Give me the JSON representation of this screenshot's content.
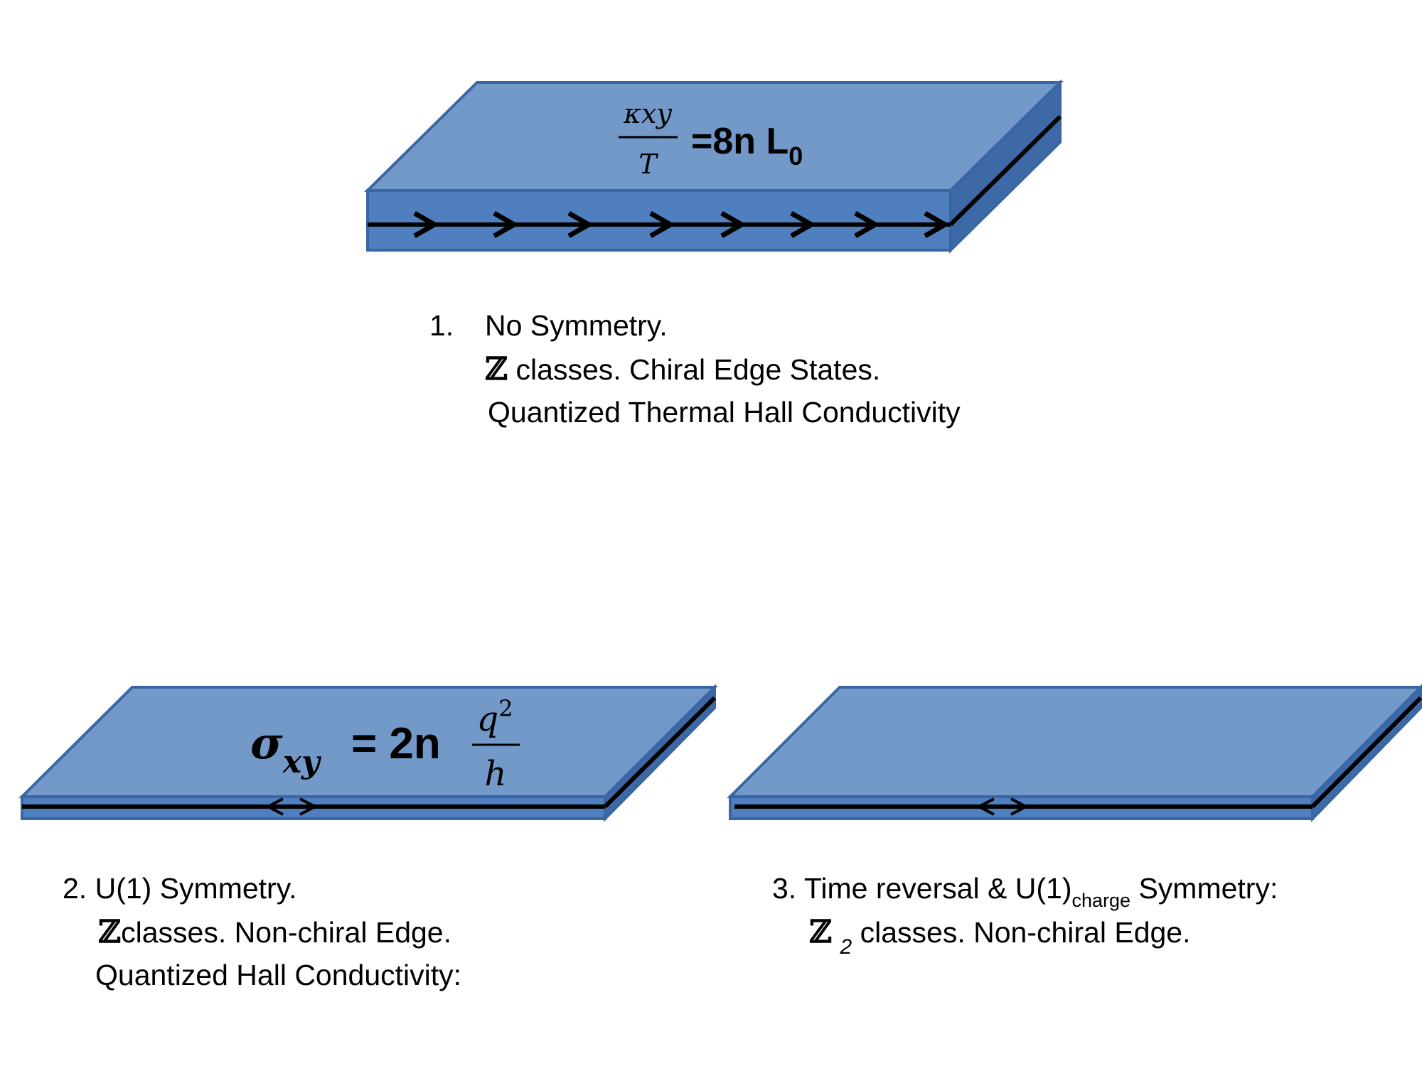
{
  "panel1": {
    "formula": {
      "num": "κxy",
      "den": "T",
      "rhs": "=8n L",
      "rhs_sub": "0"
    },
    "caption": {
      "number": "1.",
      "line1": "No Symmetry.",
      "z_symbol": "ℤ",
      "line2": "classes. Chiral Edge States.",
      "line3": "Quantized Thermal Hall Conductivity"
    }
  },
  "panel2": {
    "formula": {
      "lhs": "σ",
      "lhs_sub": "xy",
      "eq": "= 2n",
      "num": "q",
      "num_sup": "2",
      "den": "h"
    },
    "caption": {
      "line1": "2. U(1) Symmetry.",
      "z_symbol": "ℤ",
      "line2": "classes. Non-chiral Edge.",
      "line3": "Quantized Hall Conductivity:"
    }
  },
  "panel3": {
    "caption": {
      "line1_a": "3. Time reversal & U(1)",
      "line1_sub": "charge",
      "line1_b": " Symmetry:",
      "z_symbol": "ℤ",
      "z_sub": "2",
      "line2": "classes. Non-chiral Edge."
    }
  },
  "colors": {
    "slab_top": "#7399c9",
    "slab_side": "#4f7fbf",
    "slab_outline": "#3a67a4",
    "edge_line": "#000000"
  }
}
